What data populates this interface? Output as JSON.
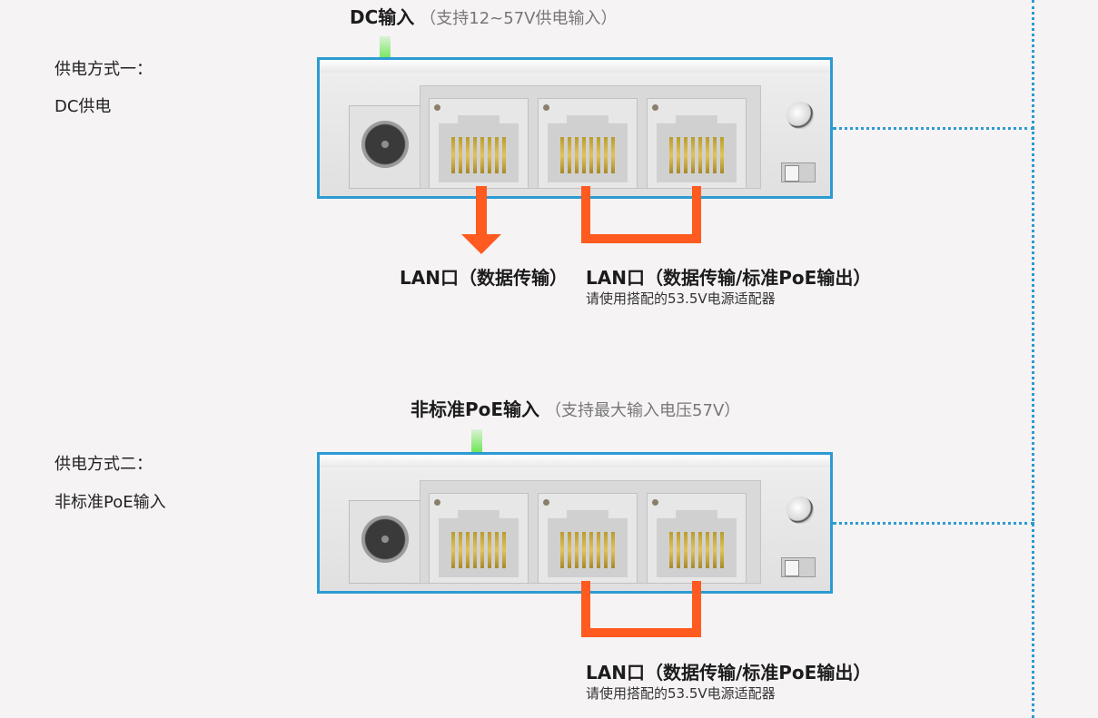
{
  "colors": {
    "accent_blue": "#2c9bd2",
    "green_arrow": "#3ee31f",
    "orange_arrow": "#ff5a1f",
    "background": "#f6f3f5"
  },
  "section1": {
    "side_title": "供电方式一：",
    "side_subtitle": "DC供电",
    "top_label": "DC输入",
    "top_note": "（支持12~57V供电输入）",
    "lan1_label": "LAN口（数据传输）",
    "lan2_label": "LAN口（数据传输/标准PoE输出）",
    "lan2_note": "请使用搭配的53.5V电源适配器"
  },
  "section2": {
    "side_title": "供电方式二：",
    "side_subtitle": "非标准PoE输入",
    "top_label": "非标准PoE输入",
    "top_note": "（支持最大输入电压57V）",
    "lan2_label": "LAN口（数据传输/标准PoE输出）",
    "lan2_note": "请使用搭配的53.5V电源适配器"
  },
  "icons": [
    "dc-jack-icon",
    "rj45-port-icon",
    "power-button-icon",
    "slide-switch-icon",
    "arrow-down-icon"
  ]
}
